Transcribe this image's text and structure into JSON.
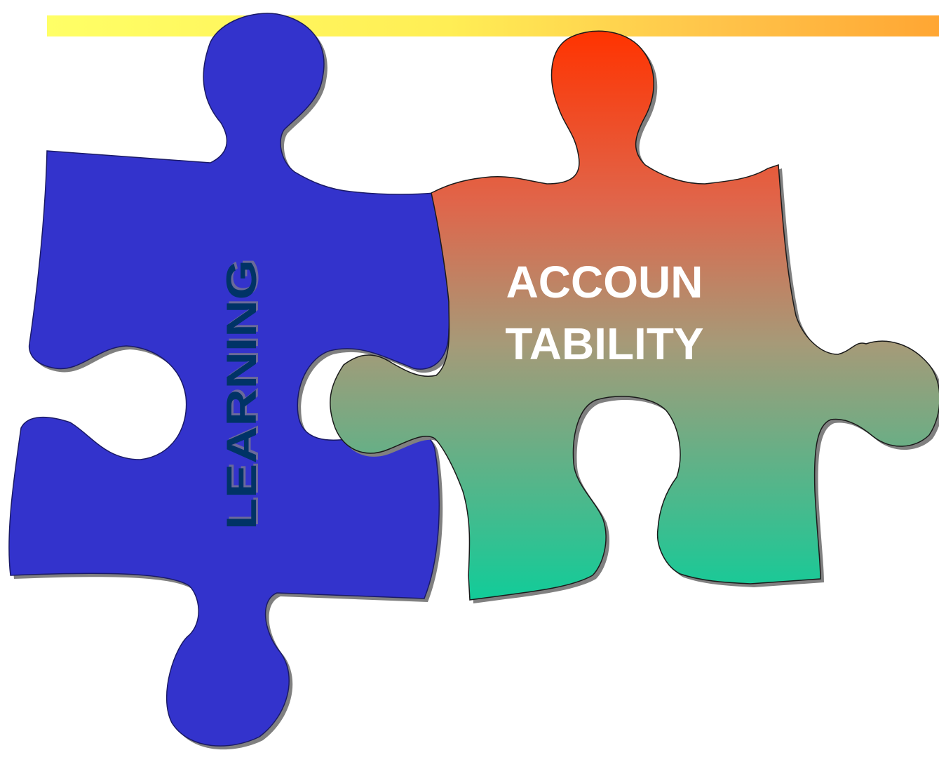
{
  "slide": {
    "accent_bar_colors": [
      "#ffff66",
      "#ffa633"
    ]
  },
  "pieces": {
    "learning": {
      "label": "LEARNING",
      "fill": "#3333cc",
      "text_color": "#003366"
    },
    "accountability": {
      "label_line1": "ACCOUN",
      "label_line2": "TABILITY",
      "gradient_top": "#ff3300",
      "gradient_mid": "#d97a55",
      "gradient_bottom": "#11cc99",
      "text_color": "#ffffff"
    }
  }
}
